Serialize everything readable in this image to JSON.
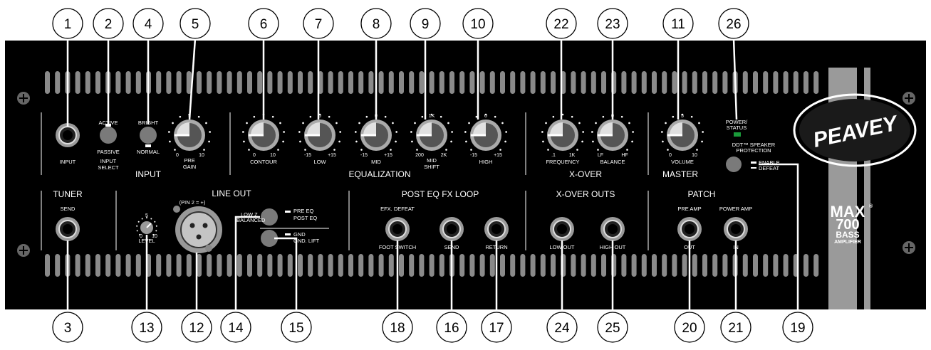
{
  "callouts": {
    "top": [
      "1",
      "2",
      "4",
      "5",
      "6",
      "7",
      "8",
      "9",
      "10",
      "22",
      "23",
      "11",
      "26"
    ],
    "bottom": [
      "3",
      "13",
      "12",
      "14",
      "15",
      "18",
      "16",
      "17",
      "24",
      "25",
      "20",
      "21",
      "19"
    ]
  },
  "sections": {
    "input": "INPUT",
    "equalization": "EQUALIZATION",
    "xover": "X-OVER",
    "master": "MASTER",
    "tuner": "TUNER",
    "line_out": "LINE OUT",
    "post_eq_fx": "POST EQ FX LOOP",
    "xover_outs": "X-OVER OUTS",
    "patch": "PATCH"
  },
  "labels": {
    "input_jack": "INPUT",
    "active": "ACTIVE",
    "passive": "PASSIVE",
    "input_select": "INPUT",
    "input_select2": "SELECT",
    "bright": "BRIGHT",
    "normal": "NORMAL",
    "pre": "PRE",
    "gain": "GAIN",
    "contour": "CONTOUR",
    "low": "LOW",
    "mid": "MID",
    "shift_top": "MID",
    "shift": "SHIFT",
    "high": "HIGH",
    "frequency": "FREQUENCY",
    "balance": "BALANCE",
    "volume": "VOLUME",
    "power_status": "POWER/",
    "power_status2": "STATUS",
    "ddt": "DDT™ SPEAKER",
    "ddt2": "PROTECTION",
    "enable": "ENABLE",
    "defeat": "DEFEAT",
    "send": "SEND",
    "level": "LEVEL",
    "pin": "(PIN 2 = +)",
    "low_z": "LOW Z",
    "balanced": "BALANCED",
    "pre_eq": "PRE EQ",
    "post_eq": "POST EQ",
    "gnd": "GND",
    "gnd_lift": "GND. LIFT",
    "efx_defeat": "EFX. DEFEAT",
    "foot_switch": "FOOT SWITCH",
    "send2": "SEND",
    "return": "RETURN",
    "low_out": "LOW OUT",
    "high_out": "HIGH OUT",
    "pre_amp": "PRE AMP",
    "power_amp": "POWER AMP",
    "out": "OUT",
    "in": "IN"
  },
  "scales": {
    "gain": [
      "0",
      "5",
      "10"
    ],
    "contour": [
      "0",
      "10"
    ],
    "low": [
      "-15",
      "0",
      "+15"
    ],
    "mid": [
      "-15",
      "0",
      "+15"
    ],
    "shift": [
      "200",
      "1K",
      "2K"
    ],
    "high": [
      "-15",
      "0",
      "+15"
    ],
    "freq": [
      ".1",
      "1K"
    ],
    "bal": [
      "LF",
      "0",
      "HF"
    ],
    "vol": [
      "0",
      "5",
      "10"
    ],
    "level": [
      "0",
      "5",
      "10"
    ]
  },
  "logo": {
    "brand": "PEAVEY",
    "model1": "MAX",
    "model2": "700",
    "model3": "BASS",
    "model4": "AMPLIFIER",
    "reg": "®"
  },
  "colors": {
    "panel": "#000000",
    "led": "#1a9a3a",
    "stripe": "#9a9a9a"
  }
}
